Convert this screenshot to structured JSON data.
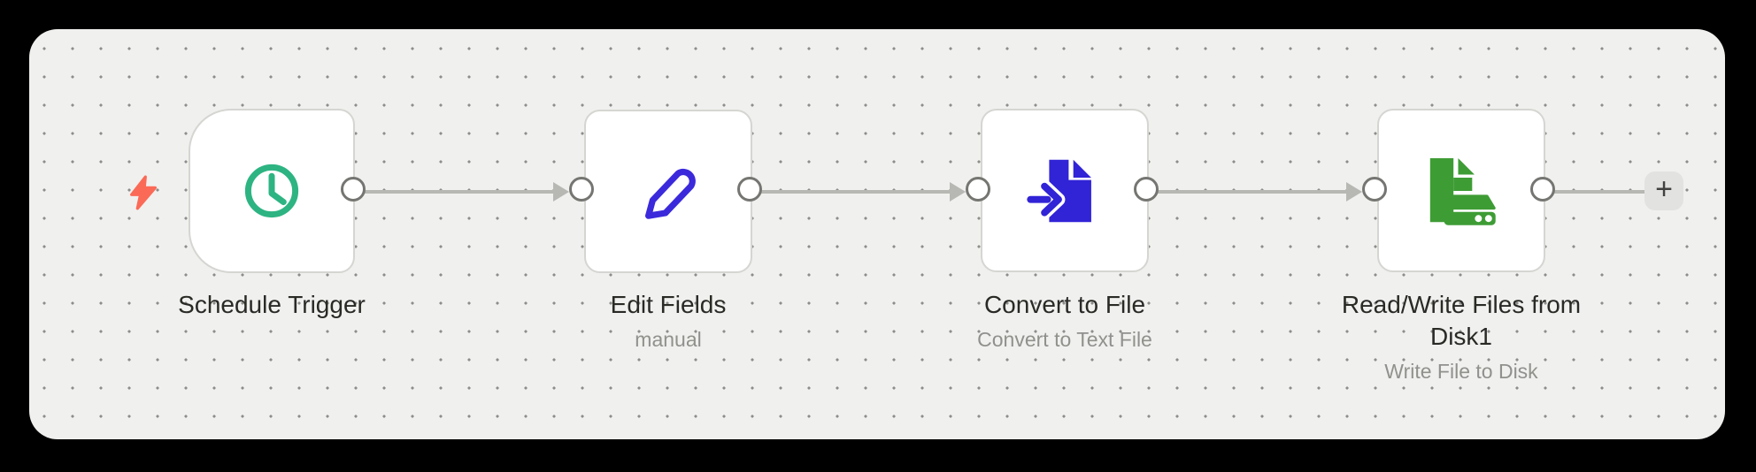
{
  "workflow": {
    "nodes": [
      {
        "title": "Schedule Trigger",
        "subtitle": "",
        "icon": "schedule-clock-icon",
        "type": "trigger"
      },
      {
        "title": "Edit Fields",
        "subtitle": "manual",
        "icon": "pencil-icon",
        "type": "action"
      },
      {
        "title": "Convert to File",
        "subtitle": "Convert to Text File",
        "icon": "file-import-icon",
        "type": "action"
      },
      {
        "title": "Read/Write Files from Disk1",
        "subtitle": "Write File to Disk",
        "icon": "file-hard-drive-icon",
        "type": "action"
      }
    ],
    "add_node_button_label": "+",
    "trigger_indicator_icon": "lightning-bolt-icon"
  },
  "colors": {
    "canvas-bg": "#f0f0ee",
    "dot": "#8d8d8b",
    "node-border": "#d5d5d2",
    "port-border": "#757572",
    "line": "#b7b7b4",
    "title": "#292926",
    "subtitle": "#90908d",
    "bolt": "#fb6a57",
    "clock-green": "#2db482",
    "pencil-blue": "#3b2adb",
    "file-blue": "#3123d6",
    "file-green": "#3e9c35",
    "plus-bg": "#e2e2e0",
    "plus-fg": "#424240"
  }
}
